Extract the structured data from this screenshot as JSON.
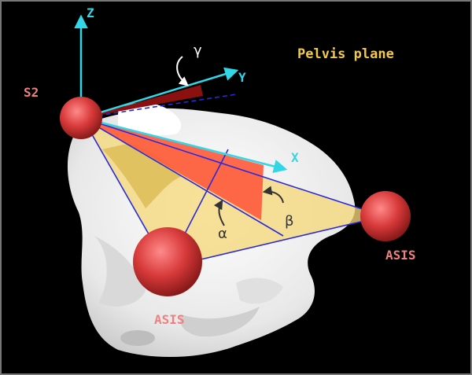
{
  "title": "Pelvis plane",
  "landmarks": {
    "s2": "S2",
    "asis_left": "ASIS",
    "asis_right": "ASIS"
  },
  "axes": {
    "z": "Z",
    "y": "Y",
    "x": "X"
  },
  "angles": {
    "gamma": "γ",
    "alpha": "α",
    "beta": "β"
  },
  "colors": {
    "background": "#000000",
    "title": "#f2c94c",
    "axis": "#33d6e6",
    "landmark_label": "#f08080",
    "sphere": "#d83a3a",
    "plane_fill": "#f5d77a",
    "plane_edge": "#2a2ad8",
    "triangle": "#ff5a3c",
    "wedge": "#8b1010",
    "bone": "#f2f2f2"
  }
}
